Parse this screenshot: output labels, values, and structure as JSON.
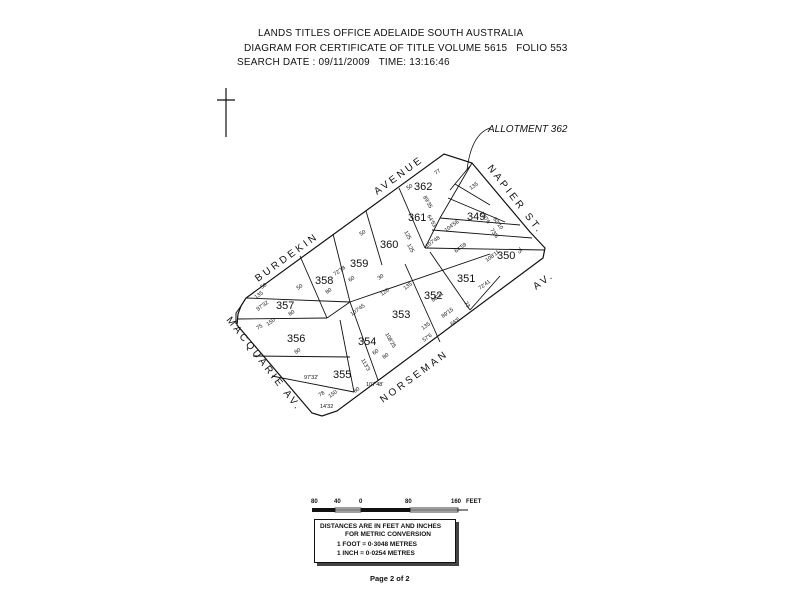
{
  "header": {
    "office": "LANDS TITLES OFFICE ADELAIDE  SOUTH AUSTRALIA",
    "diagram_label": "DIAGRAM FOR CERTIFICATE OF TITLE VOLUME",
    "volume": "5615",
    "folio_label": "FOLIO",
    "folio": "553",
    "search_date_label": "SEARCH DATE :",
    "search_date": "09/11/2009",
    "time_label": "TIME:",
    "time": "13:16:46"
  },
  "callout": "ALLOTMENT 362",
  "streets": {
    "burdekin": "BURDEKIN",
    "avenue": "AVENUE",
    "napier": "NAPIER ST.",
    "macquarie": "MACQUARIE AV.",
    "norseman": "NORSEMAN",
    "av": "AV."
  },
  "allotments": [
    "362",
    "361",
    "349",
    "360",
    "350",
    "359",
    "358",
    "351",
    "357",
    "352",
    "353",
    "356",
    "354",
    "355"
  ],
  "dimensions": [
    "77",
    "50",
    "135",
    "89'35",
    "125",
    "64'53",
    "130'6",
    "82'10",
    "73'6",
    "125",
    "107'48",
    "104'56",
    "50",
    "64'59",
    "75",
    "108'11",
    "72'18",
    "30",
    "50",
    "60",
    "135",
    "120",
    "72'41",
    "73",
    "89'15",
    "50",
    "80",
    "97'32",
    "107'45",
    "135",
    "75",
    "150",
    "80",
    "57'6",
    "135",
    "60",
    "80",
    "88'21",
    "66'6",
    "80",
    "97'32'",
    "107'48'",
    "78",
    "150",
    "80",
    "14'32",
    "113'3",
    "108'25"
  ],
  "scale": {
    "ticks": [
      "80",
      "40",
      "0",
      "80",
      "160"
    ],
    "unit": "FEET"
  },
  "conversion": {
    "line1": "DISTANCES ARE IN FEET AND INCHES",
    "line2": "FOR METRIC CONVERSION",
    "foot": "1  FOOT    =    0·3048 METRES",
    "inch": "1  INCH    =    0·0254 METRES"
  },
  "page": "Page 2 of 2"
}
